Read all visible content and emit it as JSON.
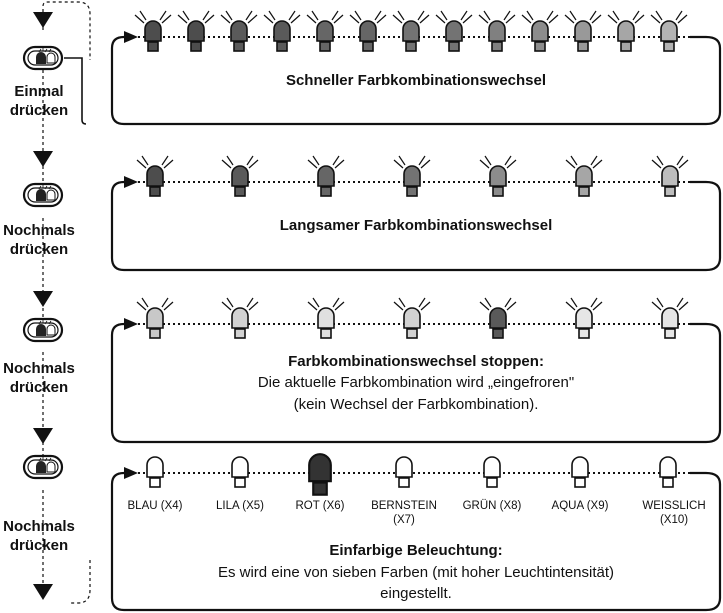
{
  "buttons": [
    {
      "label_1": "Einmal",
      "label_2": "drücken"
    },
    {
      "label_1": "Nochmals",
      "label_2": "drücken"
    },
    {
      "label_1": "Nochmals",
      "label_2": "drücken"
    },
    {
      "label_1": "Nochmals",
      "label_2": "drücken"
    }
  ],
  "modes": [
    {
      "title": "Schneller Farbkombinationswechsel"
    },
    {
      "title": "Langsamer Farbkombinationswechsel"
    },
    {
      "title": "Farbkombinationswechsel stoppen:",
      "text_1": "Die aktuelle Farbkombination wird „eingefroren\"",
      "text_2": "(kein Wechsel der Farbkombination)."
    },
    {
      "title": "Einfarbige Beleuchtung:",
      "text_1": "Es wird eine von sieben Farben (mit hoher Leuchtintensität)",
      "text_2": "eingestellt."
    }
  ],
  "colors": [
    {
      "name": "BLAU (X4)",
      "name_2": ""
    },
    {
      "name": "LILA (X5)",
      "name_2": ""
    },
    {
      "name": "ROT (X6)",
      "name_2": ""
    },
    {
      "name": "BERNSTEIN",
      "name_2": "(X7)"
    },
    {
      "name": "GRÜN (X8)",
      "name_2": ""
    },
    {
      "name": "AQUA (X9)",
      "name_2": ""
    },
    {
      "name": "WEISSLICH",
      "name_2": "(X10)"
    }
  ],
  "palette": {
    "dark": "#4d4d4d",
    "mid": "#8c8c8c",
    "light": "#bdbdbd",
    "outline": "#111111"
  }
}
